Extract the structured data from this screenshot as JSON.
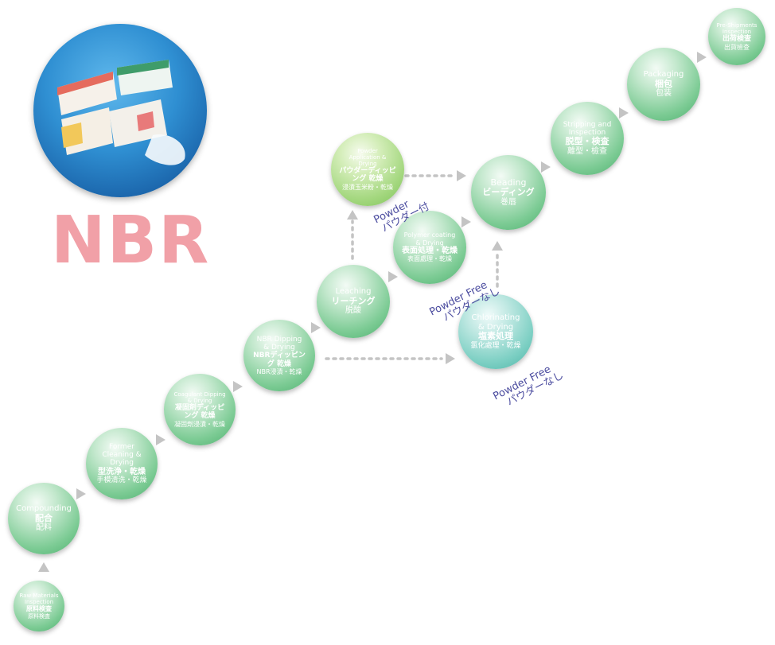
{
  "brand": {
    "logo_text": "NBR"
  },
  "steps": [
    {
      "id": "raw",
      "en": "Raw Materials Inspection",
      "jp1": "原料検査",
      "jp2": "原料検査"
    },
    {
      "id": "compounding",
      "en": "Compounding",
      "jp1": "配合",
      "jp2": "配料"
    },
    {
      "id": "former",
      "en": "Former Cleaning & Drying",
      "jp1": "型洗浄・乾燥",
      "jp2": "手模清洗・乾燥"
    },
    {
      "id": "coagulant",
      "en": "Coagulant Dipping & Drying",
      "jp1": "凝固剤ディッピング 乾燥",
      "jp2": "凝固劑浸漬・乾燥"
    },
    {
      "id": "nbr",
      "en": "NBR Dipping & Drying",
      "jp1": "NBRディッピング 乾燥",
      "jp2": "NBR浸漬・乾燥"
    },
    {
      "id": "leaching",
      "en": "Leaching",
      "jp1": "リーチング",
      "jp2": "脱酸"
    },
    {
      "id": "powder",
      "en": "Powder Application & Drying",
      "jp1": "パウダーディッピング 乾燥",
      "jp2": "浸漬玉米粉・乾燥"
    },
    {
      "id": "polymer",
      "en": "Polymer coating & Drying",
      "jp1": "表面処理・乾燥",
      "jp2": "表面處理・乾燥"
    },
    {
      "id": "chlorinating",
      "en": "Chlorinating & Drying",
      "jp1": "塩素処理",
      "jp2": "氯化處理・乾燥"
    },
    {
      "id": "beading",
      "en": "Beading",
      "jp1": "ビーディング",
      "jp2": "巻唇"
    },
    {
      "id": "stripping",
      "en": "Stripping and Inspection",
      "jp1": "脱型・検査",
      "jp2": "離型・檢查"
    },
    {
      "id": "packaging",
      "en": "Packaging",
      "jp1": "梱包",
      "jp2": "包装"
    },
    {
      "id": "preship",
      "en": "Pre-Shipments Inspection",
      "jp1": "出荷検査",
      "jp2": "出貨檢查"
    }
  ],
  "notes": {
    "powder": {
      "en": "Powder",
      "jp": "パウダー付"
    },
    "free1": {
      "en": "Powder  Free",
      "jp": "パウダーなし"
    },
    "free2": {
      "en": "Powder  Free",
      "jp": "パウダーなし"
    }
  },
  "colors": {
    "node_green": "#7ccb94",
    "node_light": "#a3d77e",
    "node_teal": "#7ccfc3",
    "logo": "#f1a0a7",
    "note": "#4b4c9f",
    "arrow": "#c4c4c4"
  }
}
